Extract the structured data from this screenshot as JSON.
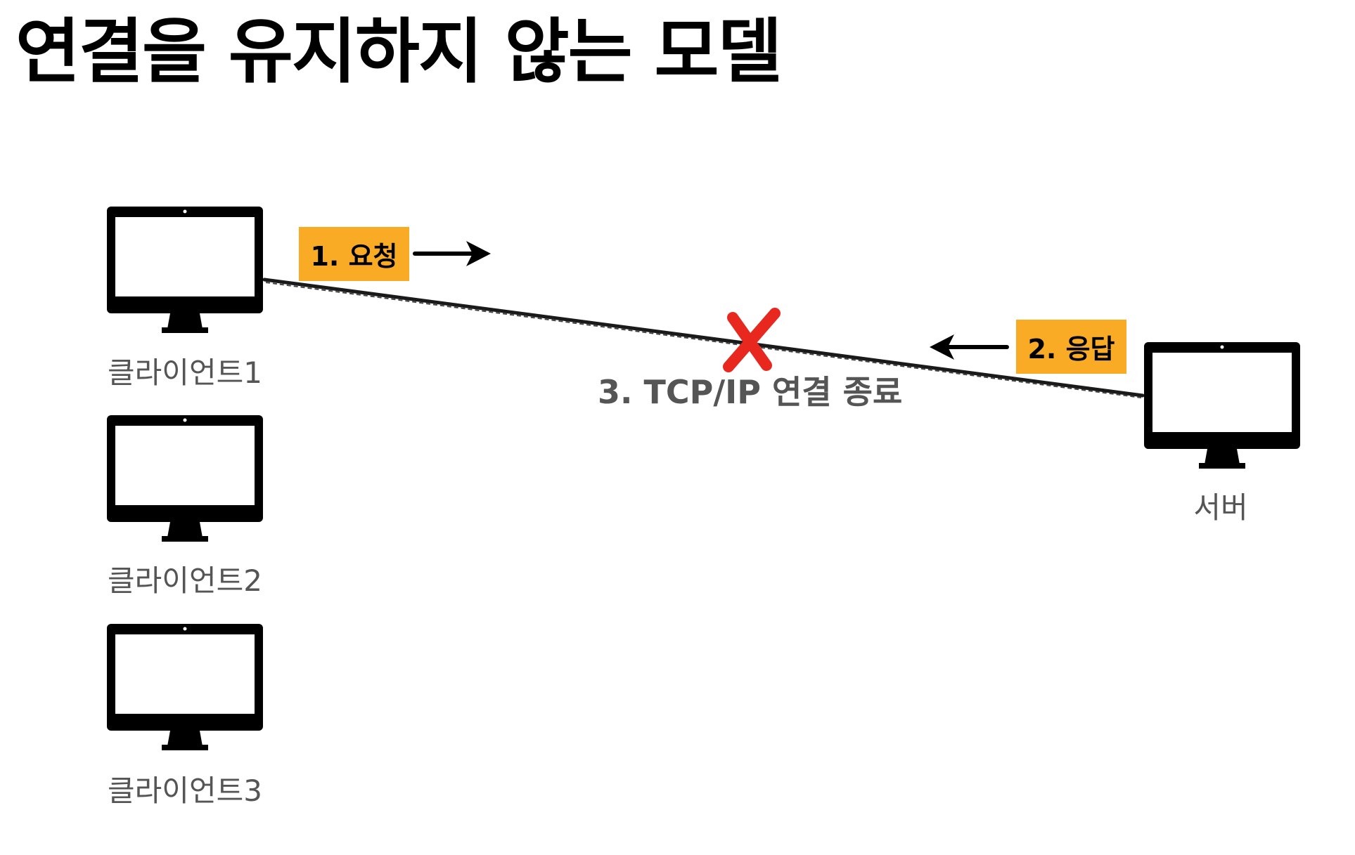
{
  "title": "연결을 유지하지 않는 모델",
  "clients": [
    {
      "label": "클라이언트1"
    },
    {
      "label": "클라이언트2"
    },
    {
      "label": "클라이언트3"
    }
  ],
  "server": {
    "label": "서버"
  },
  "request_tag": "1. 요청",
  "response_tag": "2. 응답",
  "connection_status": "3. TCP/IP 연결 종료",
  "colors": {
    "tag": "#f9ab25",
    "cross": "#e8281f",
    "label_text": "#555555",
    "monitor": "#000000"
  },
  "icons": [
    "monitor-icon",
    "arrow-right-icon",
    "arrow-left-icon",
    "cross-icon"
  ]
}
